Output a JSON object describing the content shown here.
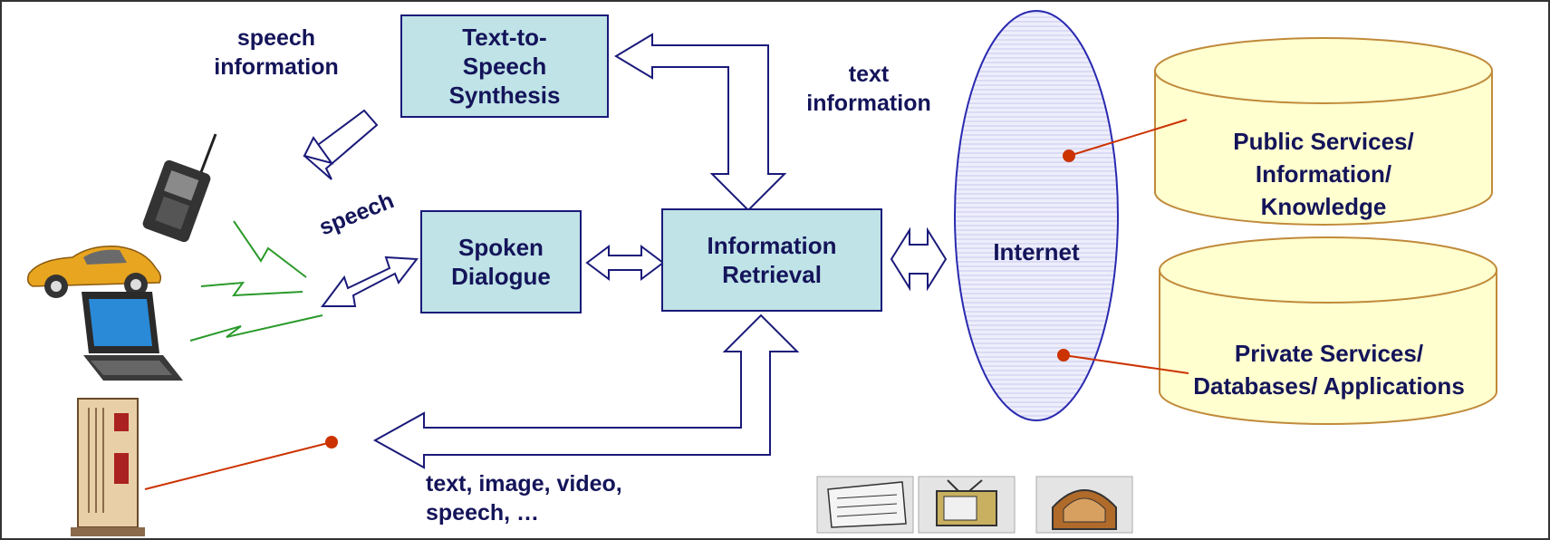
{
  "boxes": {
    "tts": "Text-to-\nSpeech\nSynthesis",
    "dialogue": "Spoken\nDialogue",
    "retrieval": "Information\nRetrieval"
  },
  "labels": {
    "speech_information": "speech\ninformation",
    "text_information": "text\ninformation",
    "speech": "speech",
    "output_media": "text, image, video,\nspeech, …",
    "internet": "Internet"
  },
  "databases": {
    "public": "Public Services/\nInformation/\nKnowledge",
    "private": "Private Services/\nDatabases/ Applications"
  },
  "devices": [
    "mobile-phone",
    "car",
    "laptop",
    "kiosk-terminal"
  ],
  "media_icons": [
    "newspaper",
    "television",
    "radio"
  ],
  "colors": {
    "box_fill": "#bfe3e6",
    "box_border": "#1a1a7a",
    "text": "#14145a",
    "cylinder_fill": "#ffffd0",
    "ellipse_fill": "#e8e8fb",
    "ellipse_border": "#2a2ab0",
    "connector": "#cc3300",
    "wireless": "#2a9a2a"
  }
}
